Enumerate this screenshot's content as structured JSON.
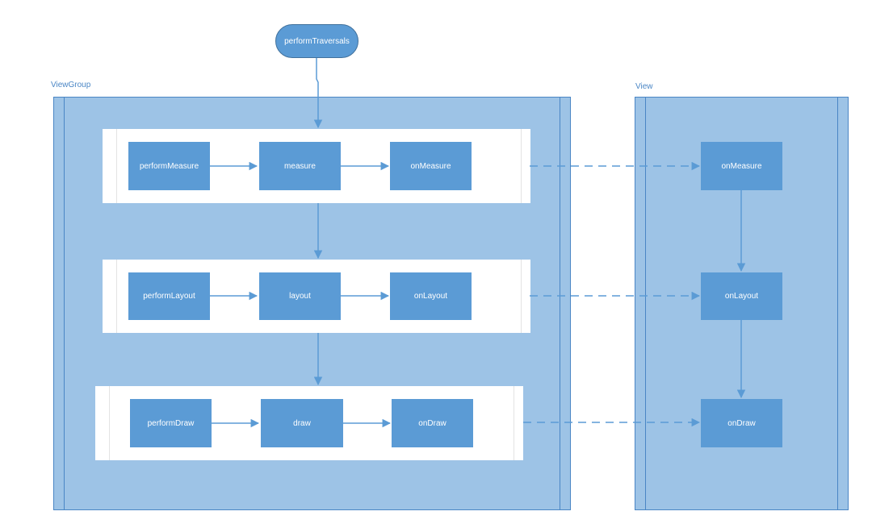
{
  "start_node": {
    "label": "performTraversals"
  },
  "lanes": {
    "view_group": {
      "title": "ViewGroup"
    },
    "view": {
      "title": "View"
    }
  },
  "view_group_rows": [
    {
      "steps": [
        "performMeasure",
        "measure",
        "onMeasure"
      ]
    },
    {
      "steps": [
        "performLayout",
        "layout",
        "onLayout"
      ]
    },
    {
      "steps": [
        "performDraw",
        "draw",
        "onDraw"
      ]
    }
  ],
  "view_nodes": [
    "onMeasure",
    "onLayout",
    "onDraw"
  ],
  "colors": {
    "node_fill": "#5b9bd5",
    "lane_fill": "#9dc3e6",
    "lane_border": "#4a86c5",
    "connector": "#5b9bd5",
    "label_text": "#4a86c5"
  }
}
